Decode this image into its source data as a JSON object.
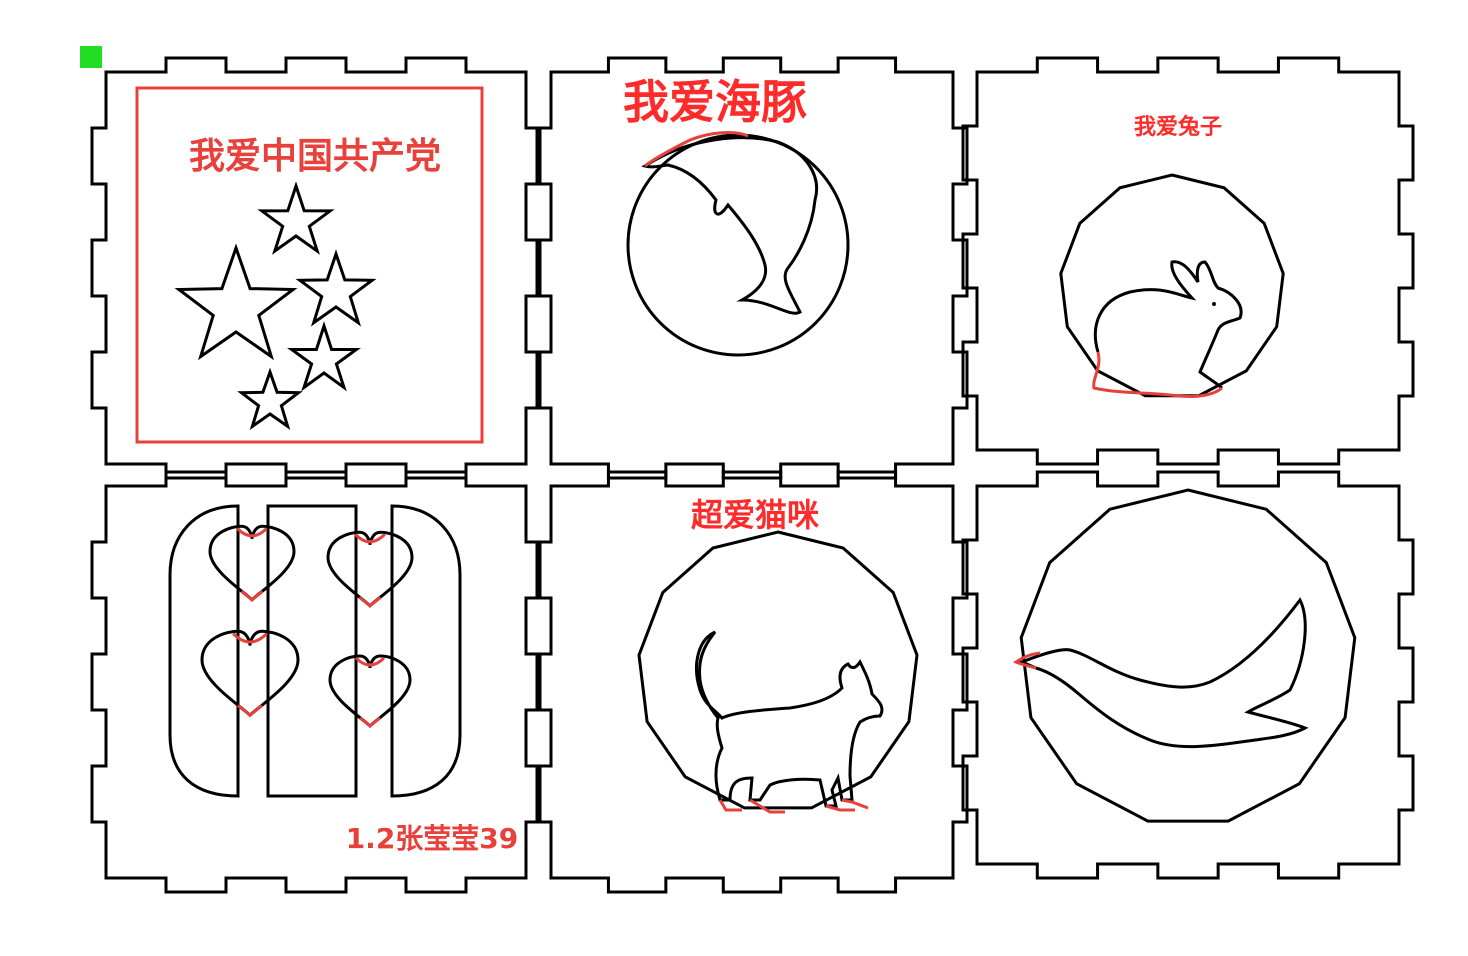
{
  "colors": {
    "cut_line": "#000000",
    "engrave_line": "#e8403a",
    "text_red": "#ff2b2b",
    "text_pink": "#e8403a",
    "origin_marker": "#22dd22"
  },
  "origin_marker": {
    "icon": "green-square-icon"
  },
  "panels": [
    {
      "id": "p1",
      "title": "我爱中国共产党",
      "motif": "five-stars",
      "footer": ""
    },
    {
      "id": "p2",
      "title": "我爱海豚",
      "motif": "dolphin-in-circle",
      "footer": ""
    },
    {
      "id": "p3",
      "title": "我爱兔子",
      "motif": "rabbit-in-polygon",
      "footer": ""
    },
    {
      "id": "p4",
      "title": "",
      "motif": "hearts-grid",
      "footer": "1.2张莹莹39"
    },
    {
      "id": "p5",
      "title": "超爱猫咪",
      "motif": "cat-in-polygon",
      "footer": ""
    },
    {
      "id": "p6",
      "title": "",
      "motif": "goose-in-polygon",
      "footer": ""
    }
  ]
}
